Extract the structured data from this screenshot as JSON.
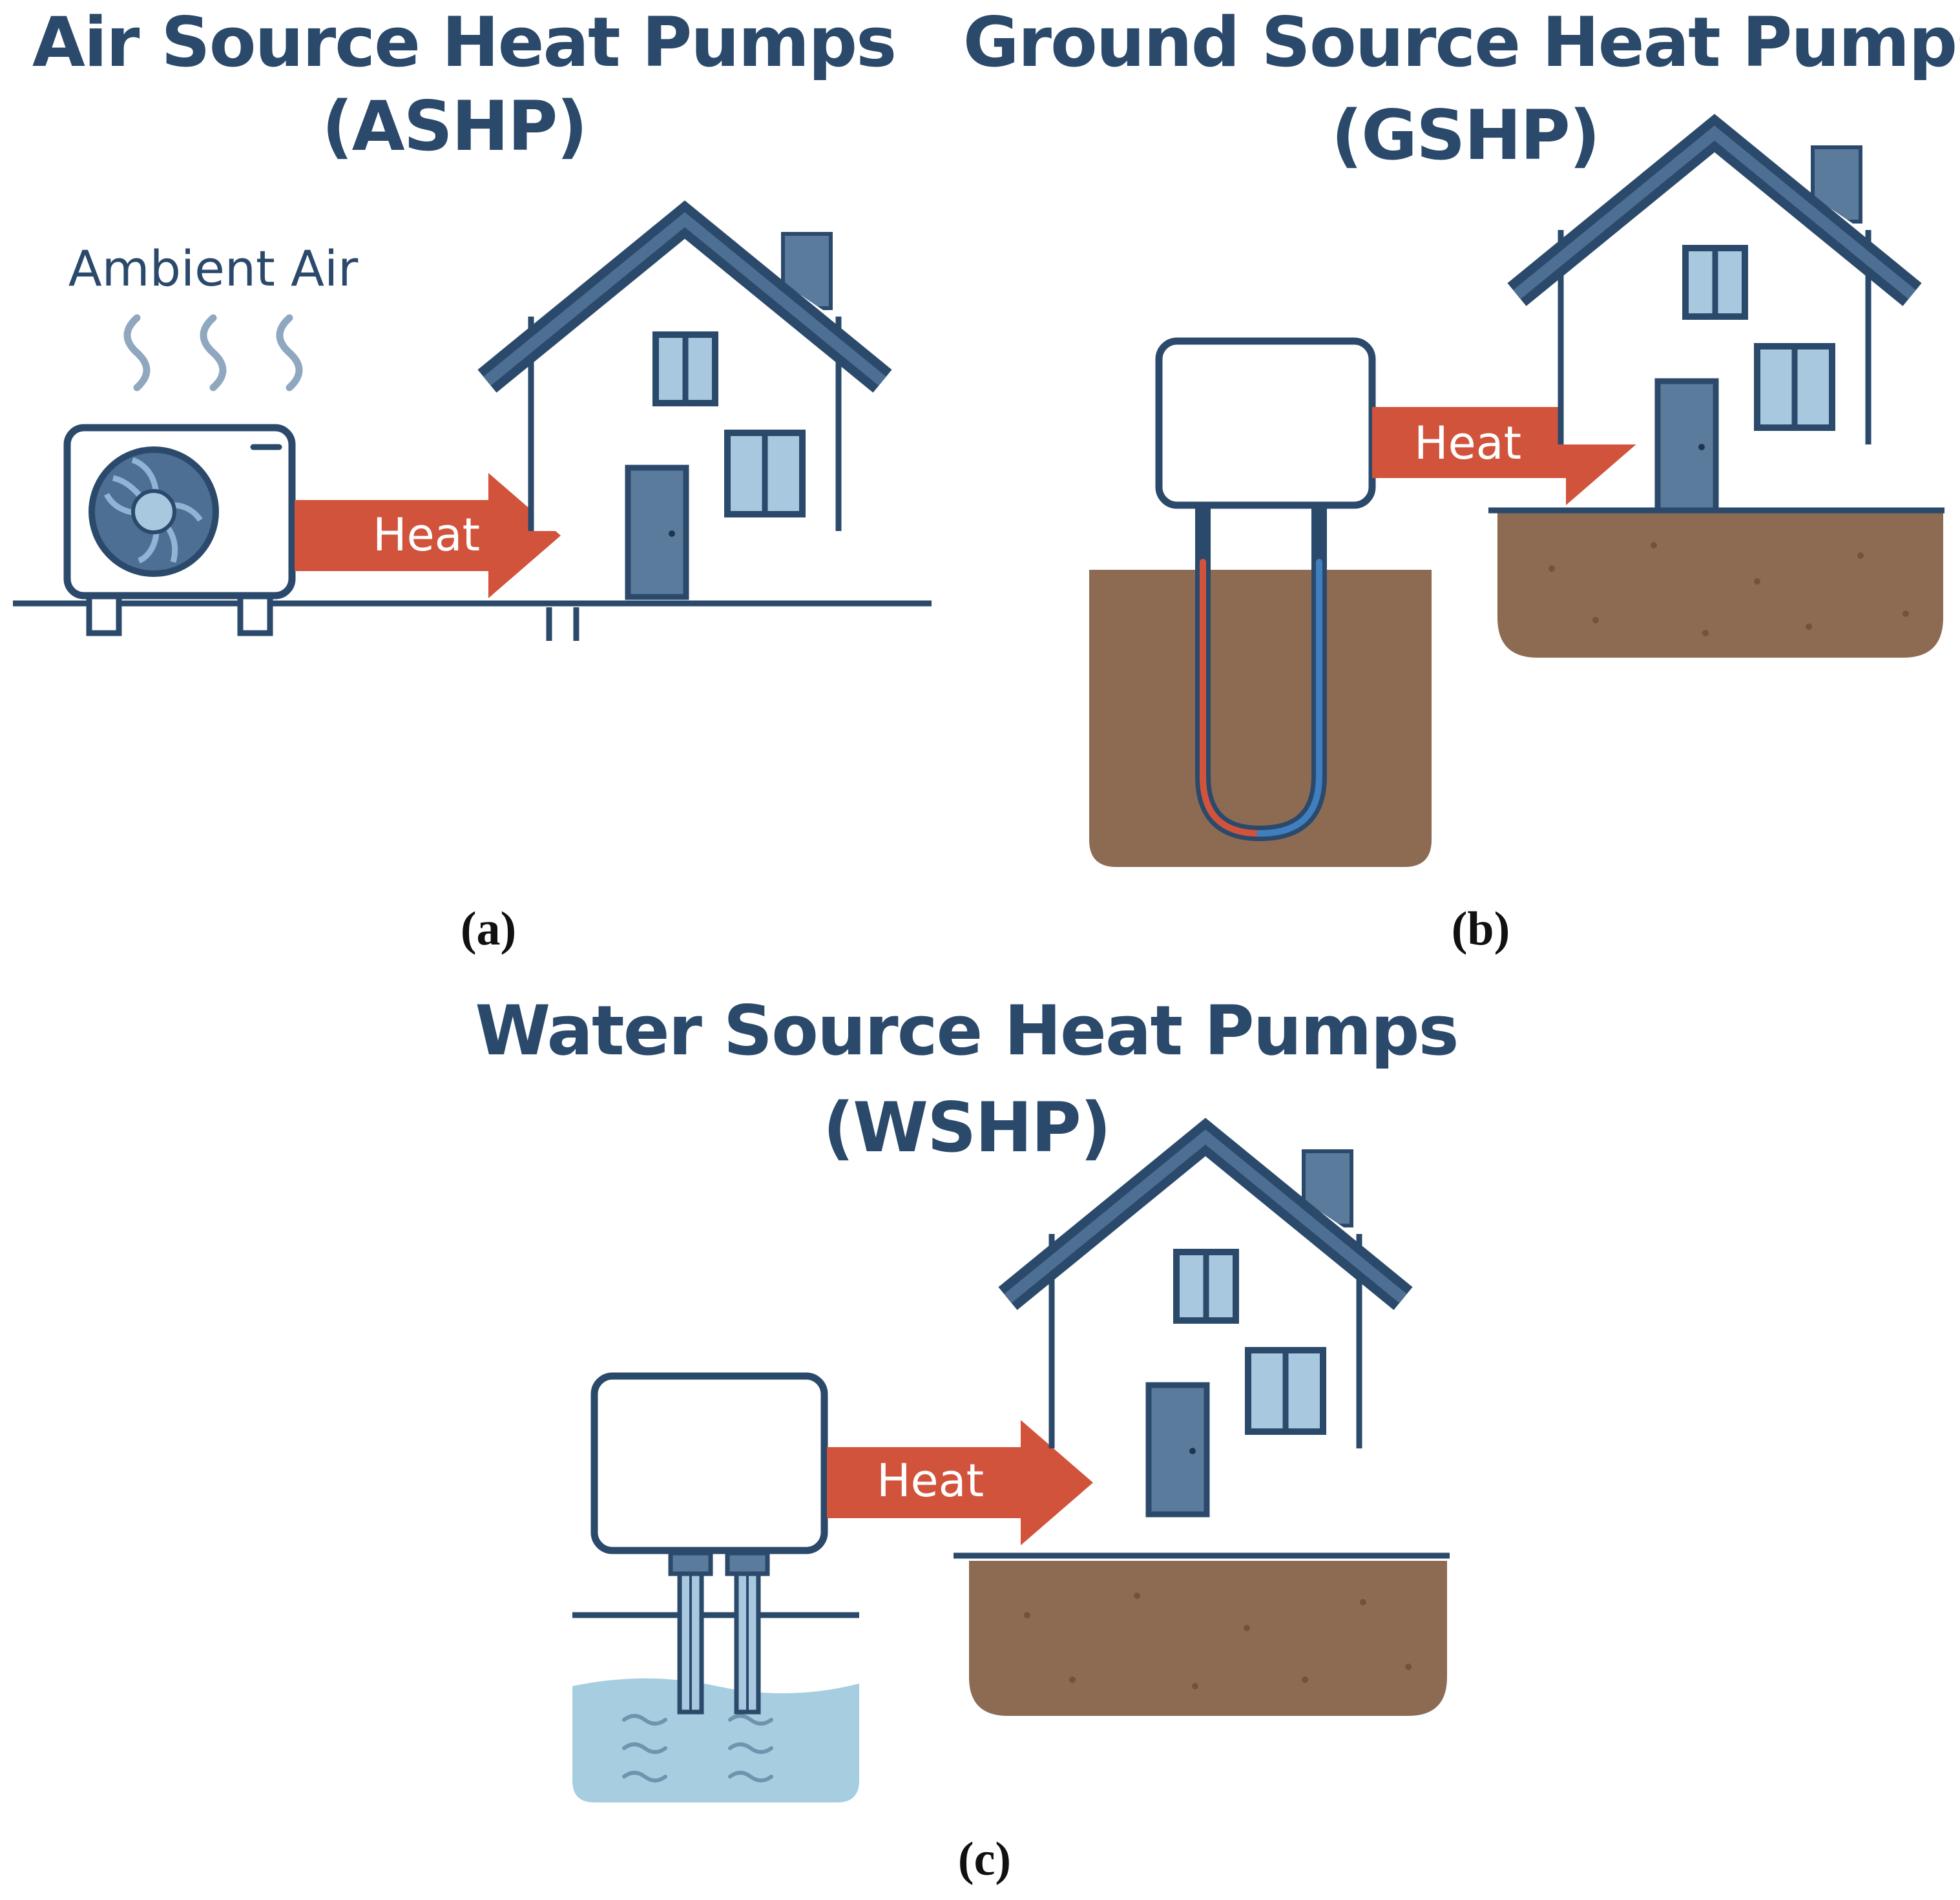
{
  "panels": {
    "a": {
      "title_line1": "Air Source Heat Pumps",
      "title_line2": "(ASHP)",
      "ambient_label": "Ambient Air",
      "arrow_label": "Heat",
      "panel_label": "(a)"
    },
    "b": {
      "title_line1": "Ground Source Heat Pumps",
      "title_line2": "(GSHP)",
      "arrow_label": "Heat",
      "panel_label": "(b)"
    },
    "c": {
      "title_line1": "Water Source Heat Pumps",
      "title_line2": "(WSHP)",
      "arrow_label": "Heat",
      "panel_label": "(c)"
    }
  },
  "colors": {
    "outline": "#2b4a6b",
    "window_fill": "#a8c8df",
    "door_fill": "#5b7b9c",
    "arrow_fill": "#d2533c",
    "soil": "#8d6b52",
    "water": "#a6cde0",
    "pipe_hot": "#d2533c",
    "pipe_cold": "#3f7fc0"
  }
}
